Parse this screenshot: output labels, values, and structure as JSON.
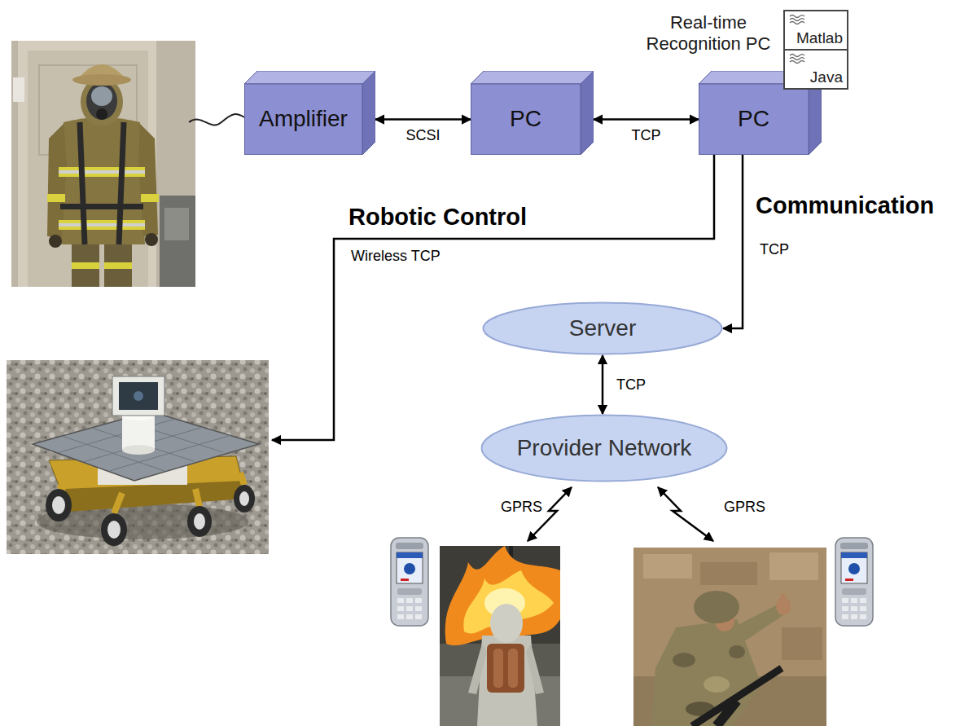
{
  "diagram": {
    "nodes": [
      {
        "text": [
          "Amplifier"
        ]
      },
      {
        "text": [
          "PC"
        ]
      },
      {
        "text": [
          "Real-time Recognition PC",
          "PC"
        ]
      },
      {
        "text": [
          "Matlab"
        ]
      },
      {
        "text": [
          "Java"
        ]
      },
      {
        "text": [
          "Server"
        ]
      },
      {
        "text": [
          "Provider Network"
        ]
      }
    ],
    "edges": [
      {
        "from": 0,
        "to": 1,
        "arrow": "both",
        "label": "SCSI"
      },
      {
        "from": 1,
        "to": 2,
        "arrow": "both",
        "label": "TCP"
      },
      {
        "from": 2,
        "to": 5,
        "arrow": "to",
        "label": "TCP"
      },
      {
        "from": 5,
        "to": 6,
        "arrow": "both",
        "label": "TCP"
      }
    ],
    "labels": [
      "Robotic Control",
      "Wireless TCP",
      "Communication",
      "GPRS",
      "GPRS"
    ]
  }
}
